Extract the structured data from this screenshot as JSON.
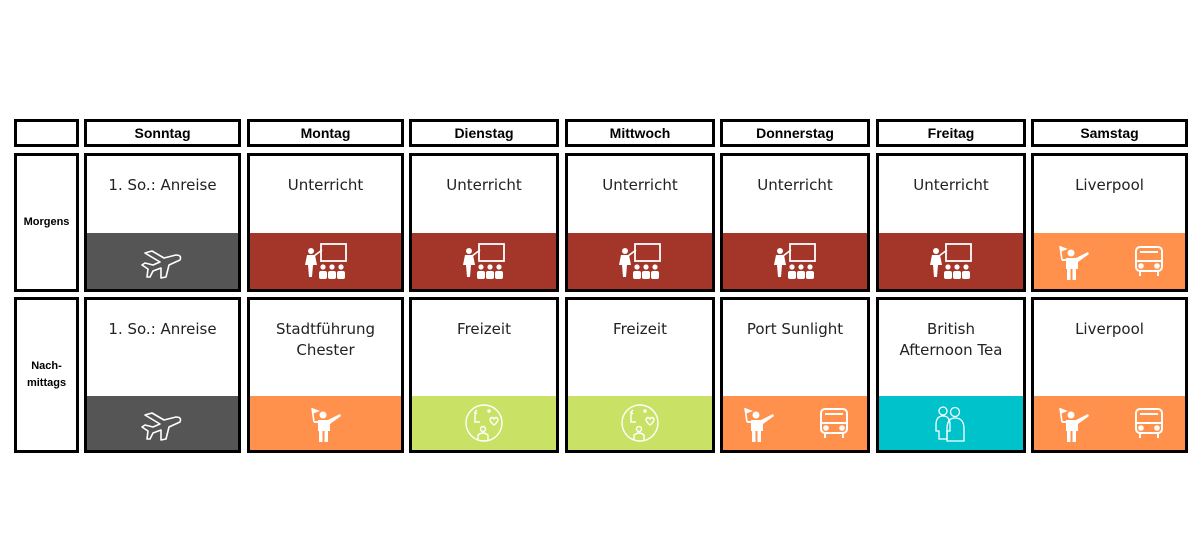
{
  "corner": "",
  "days": [
    "Sonntag",
    "Montag",
    "Dienstag",
    "Mittwoch",
    "Donnerstag",
    "Freitag",
    "Samstag"
  ],
  "rows": [
    {
      "label": "Morgens",
      "cells": [
        {
          "text": "1. So.: Anreise",
          "color": "#555555",
          "icons": [
            "plane-icon"
          ]
        },
        {
          "text": "Unterricht",
          "color": "#A33628",
          "icons": [
            "classroom-icon"
          ]
        },
        {
          "text": "Unterricht",
          "color": "#A33628",
          "icons": [
            "classroom-icon"
          ]
        },
        {
          "text": "Unterricht",
          "color": "#A33628",
          "icons": [
            "classroom-icon"
          ]
        },
        {
          "text": "Unterricht",
          "color": "#A33628",
          "icons": [
            "classroom-icon"
          ]
        },
        {
          "text": "Unterricht",
          "color": "#A33628",
          "icons": [
            "classroom-icon"
          ]
        },
        {
          "text": "Liverpool",
          "color": "#FF914D",
          "icons": [
            "tour-guide-icon",
            "bus-icon"
          ]
        }
      ]
    },
    {
      "label": "Nach-\nmittags",
      "cells": [
        {
          "text": "1. So.: Anreise",
          "color": "#555555",
          "icons": [
            "plane-icon"
          ]
        },
        {
          "text": "Stadtführung\nChester",
          "color": "#FF914D",
          "icons": [
            "tour-guide-icon"
          ]
        },
        {
          "text": "Freizeit",
          "color": "#C9E265",
          "icons": [
            "leisure-icon"
          ]
        },
        {
          "text": "Freizeit",
          "color": "#C9E265",
          "icons": [
            "leisure-icon"
          ]
        },
        {
          "text": "Port Sunlight",
          "color": "#FF914D",
          "icons": [
            "tour-guide-icon",
            "bus-icon"
          ]
        },
        {
          "text": "British\nAfternoon Tea",
          "color": "#00C2CB",
          "icons": [
            "people-icon"
          ]
        },
        {
          "text": "Liverpool",
          "color": "#FF914D",
          "icons": [
            "tour-guide-icon",
            "bus-icon"
          ]
        }
      ]
    }
  ]
}
